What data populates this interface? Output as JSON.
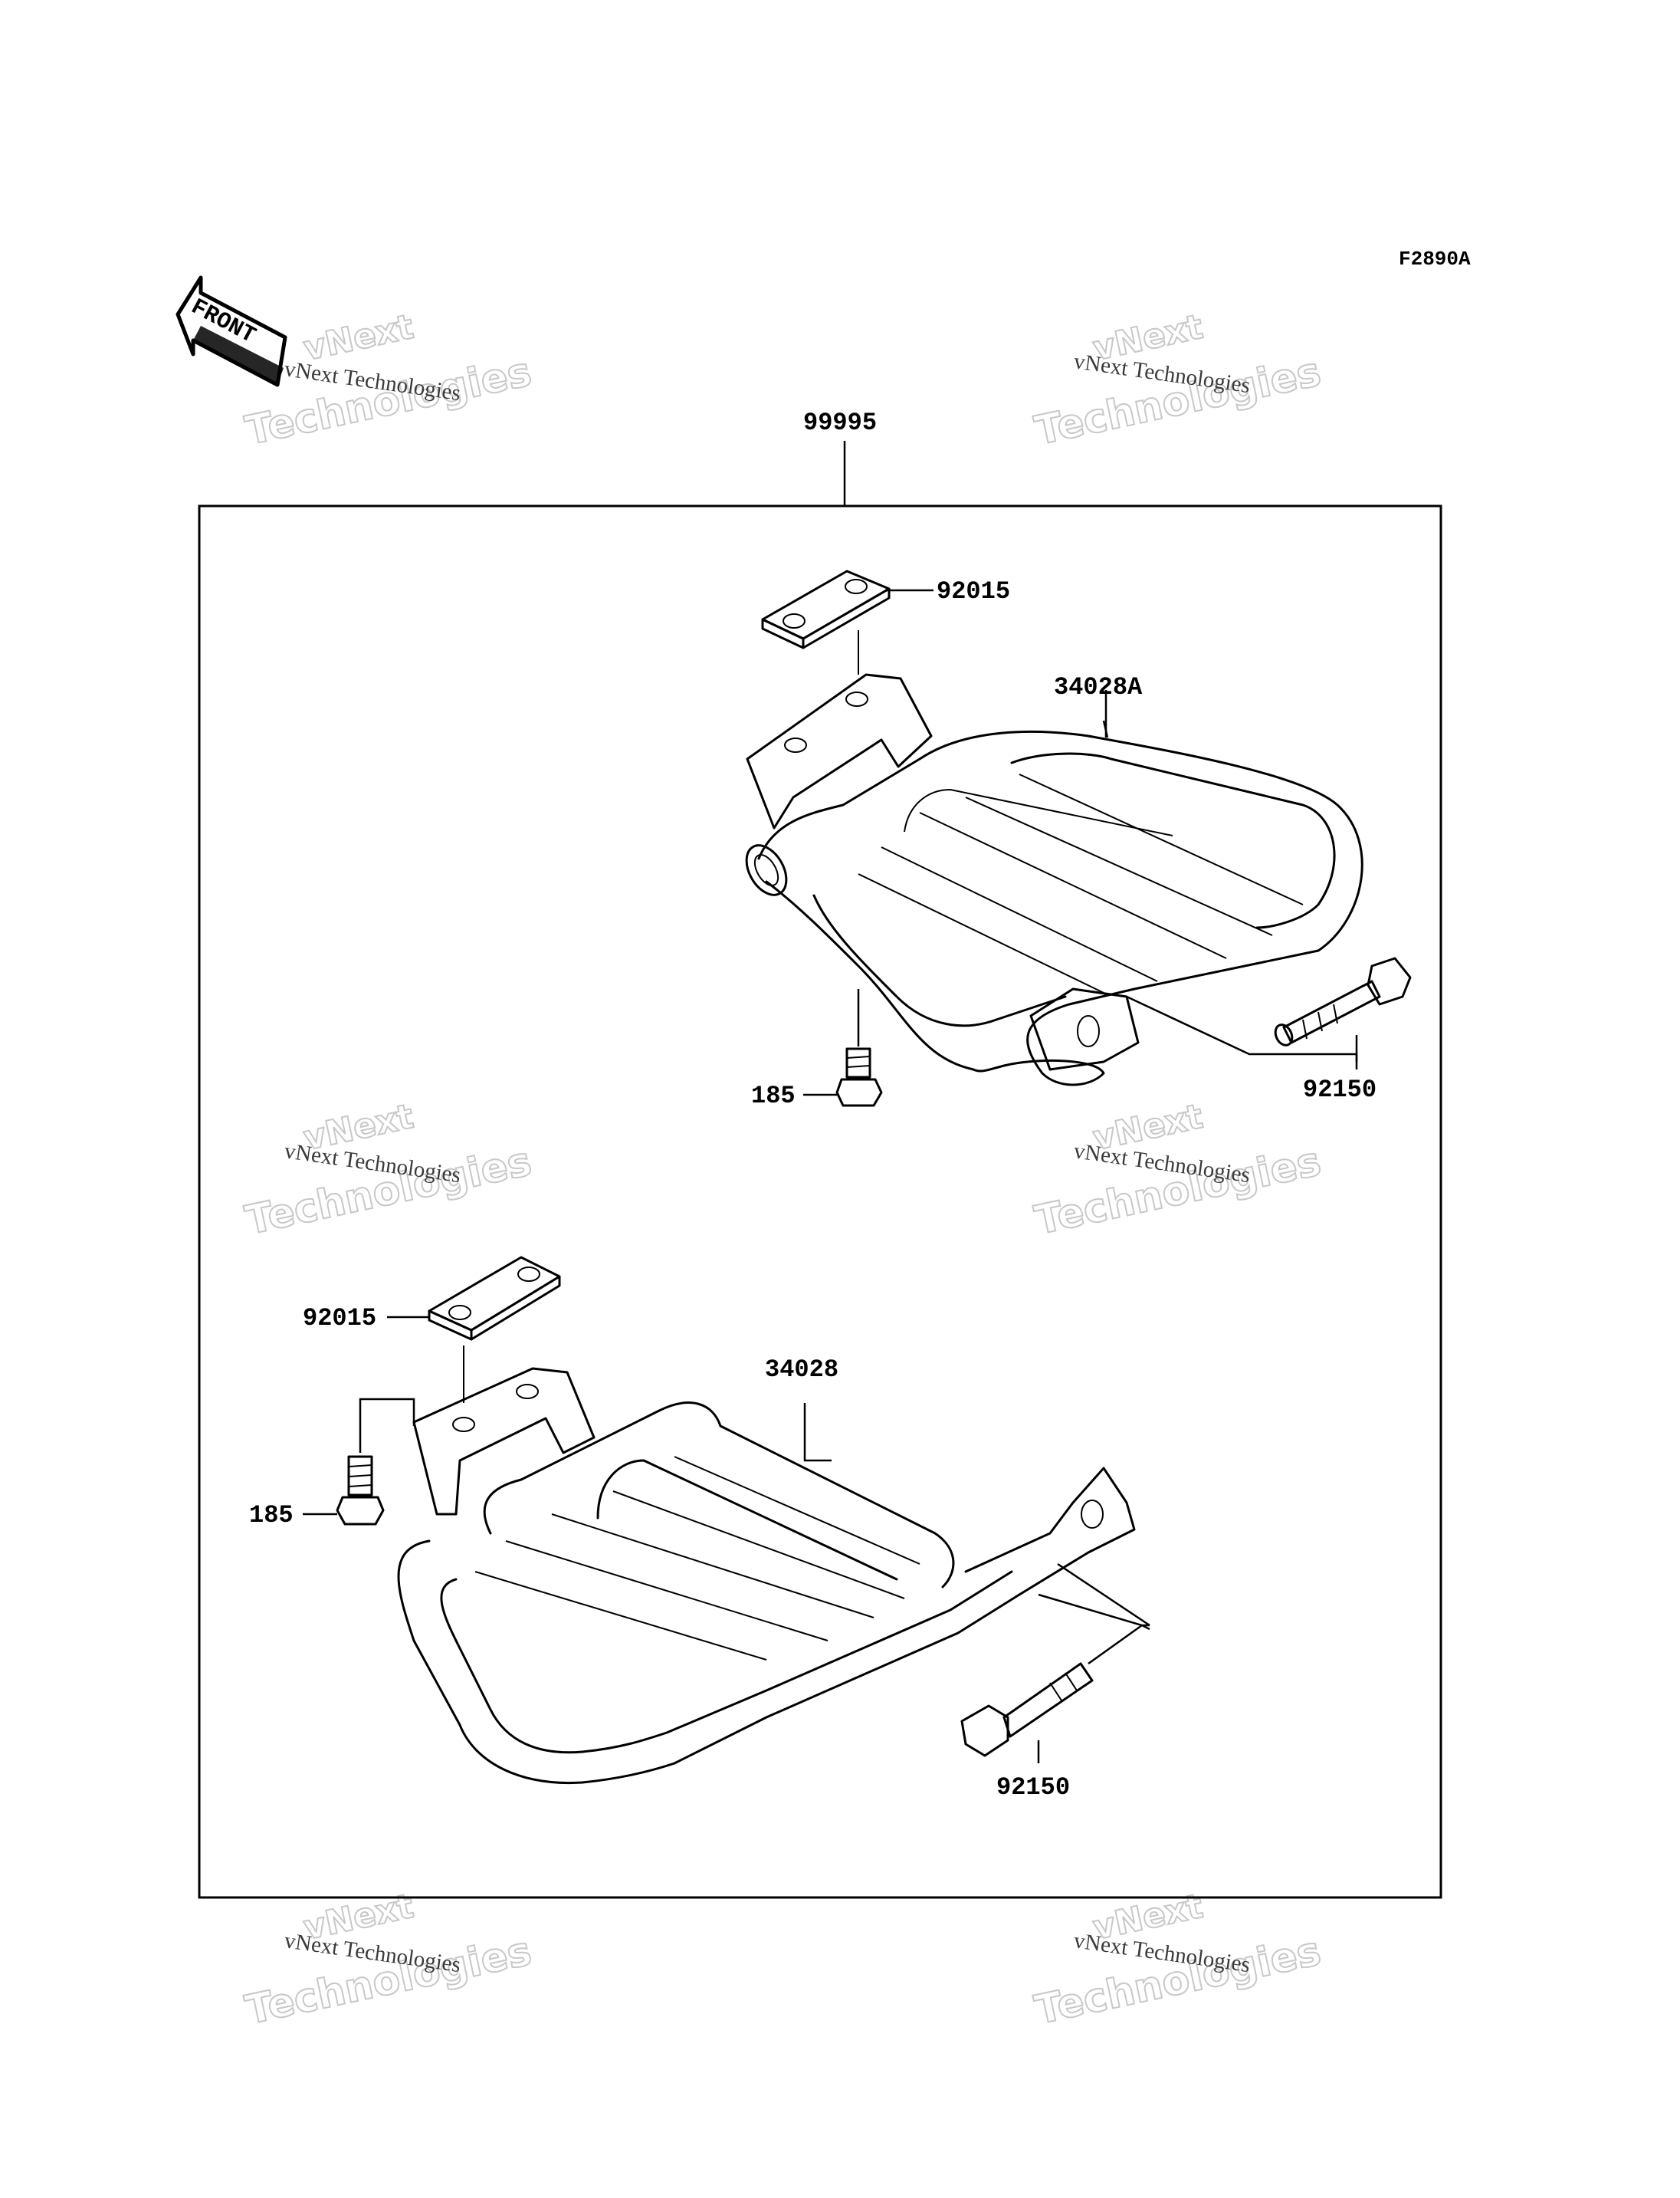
{
  "figure_code": "F2890A",
  "front_label": "FRONT",
  "watermark": {
    "line1": "vNext Technologies",
    "outline_top": "vNext",
    "outline_bottom": "Technologies"
  },
  "callouts": {
    "kit": "99995",
    "upper_bracket": "92015",
    "upper_rack": "34028A",
    "upper_bolt_long": "92150",
    "upper_bolt_short": "185",
    "lower_bracket": "92015",
    "lower_rack": "34028",
    "lower_bolt_short": "185",
    "lower_bolt_long": "92150"
  }
}
